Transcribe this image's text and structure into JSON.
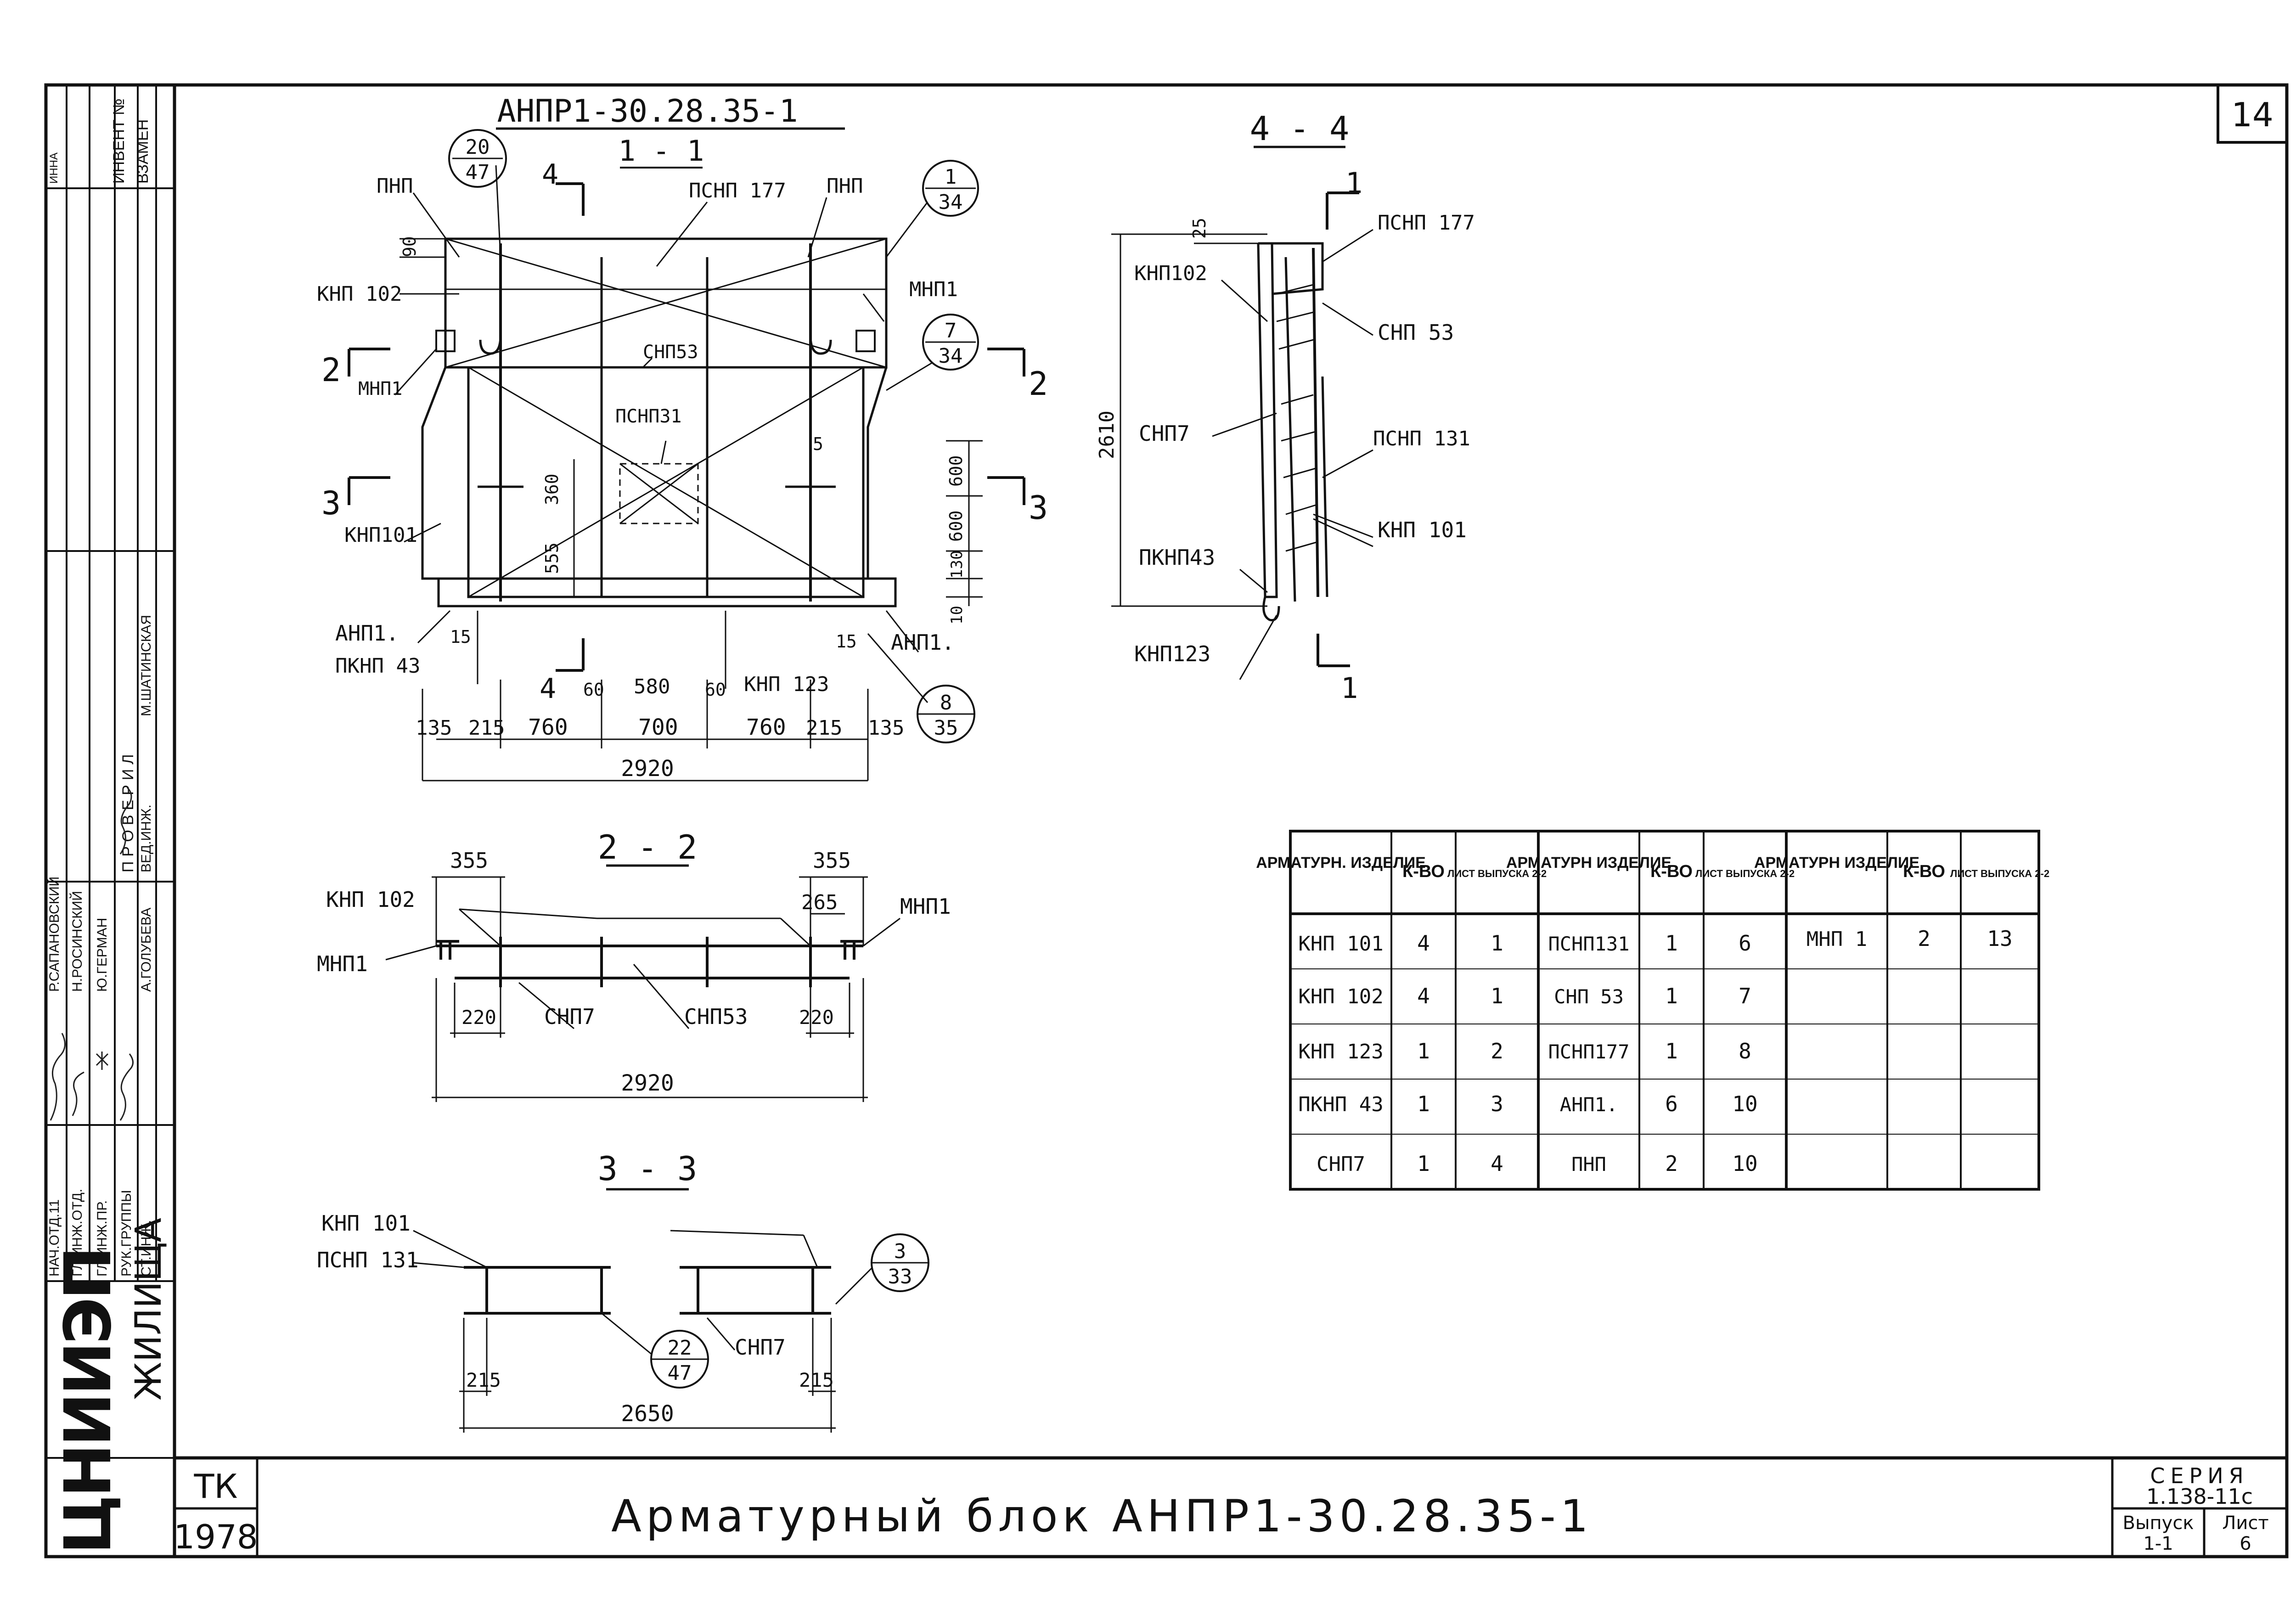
{
  "sheet": {
    "number": "14",
    "title": "Арматурный блок АНПР1-30.28.35-1",
    "tk": "ТК",
    "year": "1978",
    "series_label": "СЕРИЯ",
    "series_value": "1.138-11с",
    "issue_label": "Выпуск",
    "issue_value": "1-1",
    "sheet_label": "Лист",
    "sheet_value": "6"
  },
  "org": {
    "name": "ЦНИИЭП",
    "sub": "ЖИЛИЩА",
    "roles": [
      "НАЧ.ОТД.11",
      "ГЛ.ИНЖ.ОТД.",
      "ГЛ.ИНЖ.ПР.",
      "РУК.ГРУППЫ",
      "СТ.ИНЖ."
    ],
    "names": [
      "Р.САПАНОВСКИЙ",
      "Н.РОСИНСКИЙ",
      "Ю.ГЕРМАН",
      "",
      "А.ГОЛУБЕВА"
    ],
    "check_label": "ПРОВЕРИЛ",
    "check_role": "ВЕД.ИНЖ.",
    "check_name": "М.ШАТИНСКАЯ",
    "inv_label": "ИНВЕНТ №",
    "replace_label": "ВЗАМЕН",
    "top_small": "ИННА"
  },
  "views": {
    "main_title": "АНПР1-30.28.35-1",
    "s11": "1 - 1",
    "s44": "4 - 4",
    "s22": "2 - 2",
    "s33": "3 - 3",
    "cut1": "1",
    "cut2": "2",
    "cut3": "3",
    "cut4": "4"
  },
  "labels_11": {
    "pnp_l": "ПНП",
    "pnp_r": "ПНП",
    "psnp177": "ПСНП 177",
    "knp102": "КНП 102",
    "mnp1_l": "МНП1",
    "mnp1_r": "МНП1",
    "snp53": "СНП53",
    "psnp31": "ПСНП31",
    "knp101": "КНП101",
    "anp1_l": "АНП1.",
    "anp1_r": "АНП1.",
    "pknp43": "ПКНП 43",
    "knp123": "КНП 123",
    "ref1": [
      "20",
      "47"
    ],
    "ref2": [
      "1",
      "34"
    ],
    "ref3": [
      "7",
      "34"
    ],
    "ref4": [
      "8",
      "35"
    ]
  },
  "dims_11": {
    "d90": "90",
    "d360": "360",
    "d555": "555",
    "d5": "5",
    "d600a": "600",
    "d600b": "600",
    "d130": "130",
    "d10": "10",
    "d15l": "15",
    "d15r": "15",
    "d60a": "60",
    "d580": "580",
    "d60b": "60",
    "bottom": [
      "135",
      "215",
      "760",
      "700",
      "760",
      "215",
      "135"
    ],
    "total": "2920"
  },
  "labels_44": {
    "psnp177": "ПСНП 177",
    "knp102": "КНП102",
    "snp53": "СНП 53",
    "snp7": "СНП7",
    "psnp131": "ПСНП 131",
    "knp101": "КНП 101",
    "pknp43": "ПКНП43",
    "knp123": "КНП123",
    "d25": "25",
    "d2610": "2610"
  },
  "labels_22": {
    "d355l": "355",
    "d355r": "355",
    "d265": "265",
    "knp102": "КНП 102",
    "mnp1_l": "МНП1",
    "mnp1_r": "МНП1",
    "d220l": "220",
    "d220r": "220",
    "snp7": "СНП7",
    "snp53": "СНП53",
    "total": "2920"
  },
  "labels_33": {
    "knp101": "КНП 101",
    "psnp131": "ПСНП 131",
    "ref_a": [
      "22",
      "47"
    ],
    "ref_b": [
      "3",
      "33"
    ],
    "snp7": "СНП7",
    "d215l": "215",
    "d215r": "215",
    "total": "2650"
  },
  "table": {
    "headers": [
      {
        "item": "АРМАТУРН. ИЗДЕЛИЕ",
        "qty": "К-ВО",
        "sheet": "ЛИСТ ВЫПУСКА 2-2"
      },
      {
        "item": "АРМАТУРН ИЗДЕЛИЕ",
        "qty": "К-ВО",
        "sheet": "ЛИСТ ВЫПУСКА 2-2"
      },
      {
        "item": "АРМАТУРН ИЗДЕЛИЕ",
        "qty": "К-ВО",
        "sheet": "ЛИСТ ВЫПУСКА 2-2"
      }
    ],
    "rows": [
      [
        "КНП 101",
        "4",
        "1",
        "ПСНП131",
        "1",
        "6",
        "МНП 1",
        "2",
        "13"
      ],
      [
        "КНП 102",
        "4",
        "1",
        "СНП 53",
        "1",
        "7",
        "",
        "",
        ""
      ],
      [
        "КНП 123",
        "1",
        "2",
        "ПСНП177",
        "1",
        "8",
        "",
        "",
        ""
      ],
      [
        "ПКНП 43",
        "1",
        "3",
        "АНП1.",
        "6",
        "10",
        "",
        "",
        ""
      ],
      [
        "СНП7",
        "1",
        "4",
        "ПНП",
        "2",
        "10",
        "",
        "",
        ""
      ]
    ]
  }
}
